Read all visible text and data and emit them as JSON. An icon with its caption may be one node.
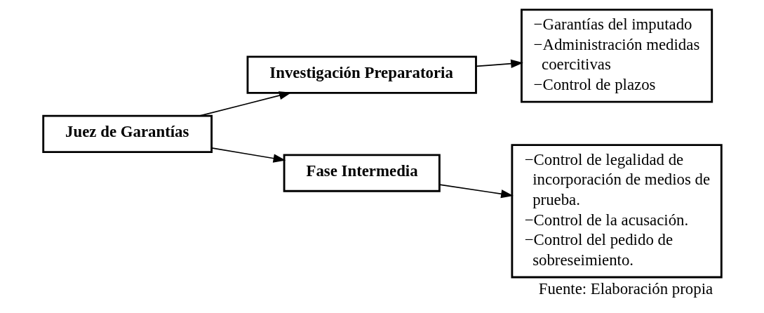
{
  "diagram": {
    "caption": "Fuente: Elaboración propia",
    "nodes": [
      {
        "text": [
          "Juez de Garantías"
        ]
      },
      {
        "text": [
          "Investigación Preparatoria"
        ]
      },
      {
        "text": [
          "Fase Intermedia"
        ]
      },
      {
        "text": [
          "−Garantías del imputado",
          "−Administración medidas coercitivas",
          "−Control de plazos"
        ]
      },
      {
        "text": [
          "−Control de legalidad de incorporación de medios de prueba.",
          "−Control de la acusación.",
          "−Control del pedido de sobreseimiento."
        ]
      }
    ],
    "edges": [
      {
        "from": 0,
        "to": 1,
        "arrow": "to"
      },
      {
        "from": 0,
        "to": 2,
        "arrow": "to"
      },
      {
        "from": 1,
        "to": 3,
        "arrow": "to"
      },
      {
        "from": 2,
        "to": 4,
        "arrow": "to"
      }
    ]
  }
}
